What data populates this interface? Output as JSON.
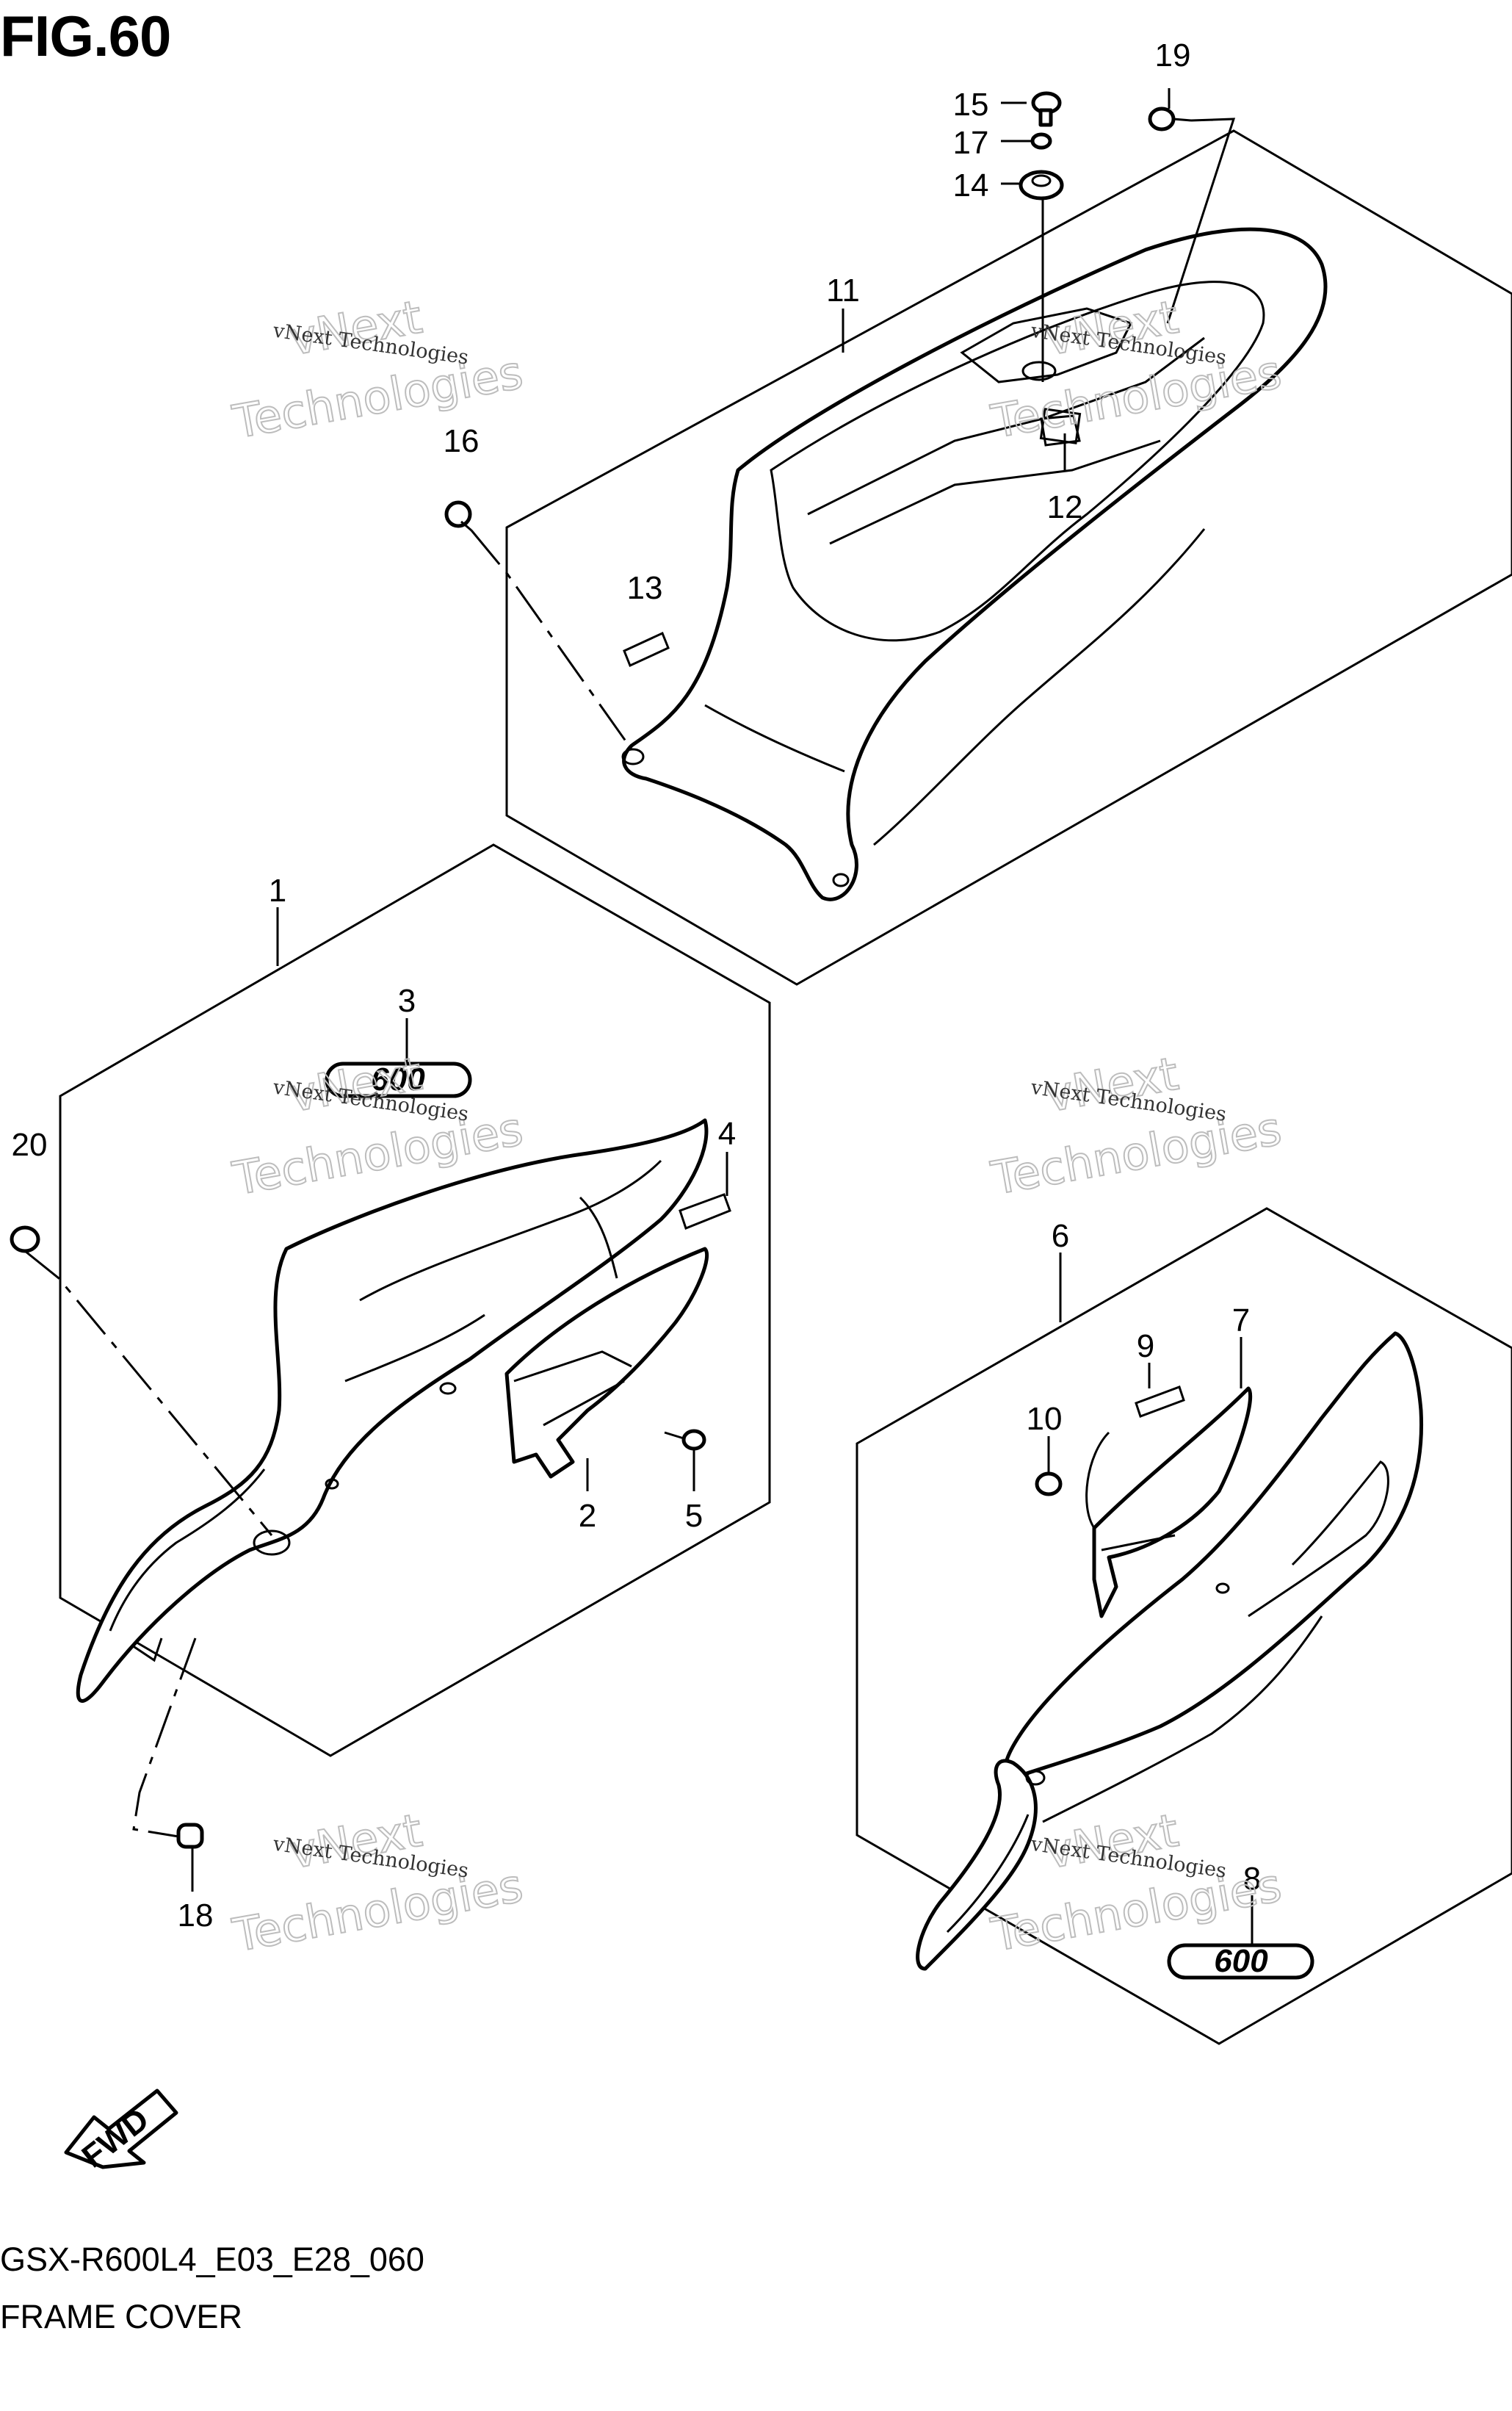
{
  "figure": {
    "title": "FIG.60",
    "model_code": "GSX-R600L4_E03_E28_060",
    "section_name": "FRAME COVER"
  },
  "watermark": {
    "line_small": "vNext Technologies",
    "line_big": "Technologies",
    "line_next": "vNext"
  },
  "callouts": [
    "1",
    "2",
    "3",
    "4",
    "5",
    "6",
    "7",
    "8",
    "9",
    "10",
    "11",
    "12",
    "13",
    "14",
    "15",
    "16",
    "17",
    "18",
    "19",
    "20"
  ],
  "badge": {
    "fwd_label": "FWD"
  },
  "emblem_text": "600"
}
